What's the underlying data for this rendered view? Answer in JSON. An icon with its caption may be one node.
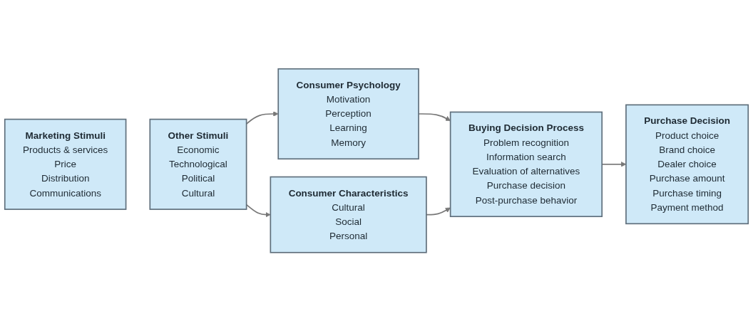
{
  "diagram": {
    "nodes": [
      {
        "text": [
          "Marketing Stimuli",
          "Products & services",
          "Price",
          "Distribution",
          "Communications"
        ]
      },
      {
        "text": [
          "Other Stimuli",
          "Economic",
          "Technological",
          "Political",
          "Cultural"
        ]
      },
      {
        "text": [
          "Consumer Psychology",
          "Motivation",
          "Perception",
          "Learning",
          "Memory"
        ]
      },
      {
        "text": [
          "Consumer Characteristics",
          "Cultural",
          "Social",
          "Personal"
        ]
      },
      {
        "text": [
          "Buying Decision Process",
          "Problem recognition",
          "Information search",
          "Evaluation of alternatives",
          "Purchase decision",
          "Post-purchase behavior"
        ]
      },
      {
        "text": [
          "Purchase Decision",
          "Product choice",
          "Brand choice",
          "Dealer choice",
          "Purchase amount",
          "Purchase timing",
          "Payment method"
        ]
      }
    ],
    "edges": [
      {
        "from": 1,
        "to": 2,
        "arrow": "to"
      },
      {
        "from": 1,
        "to": 3,
        "arrow": "to"
      },
      {
        "from": 2,
        "to": 4,
        "arrow": "to"
      },
      {
        "from": 3,
        "to": 4,
        "arrow": "to"
      },
      {
        "from": 4,
        "to": 5,
        "arrow": "to"
      }
    ]
  }
}
